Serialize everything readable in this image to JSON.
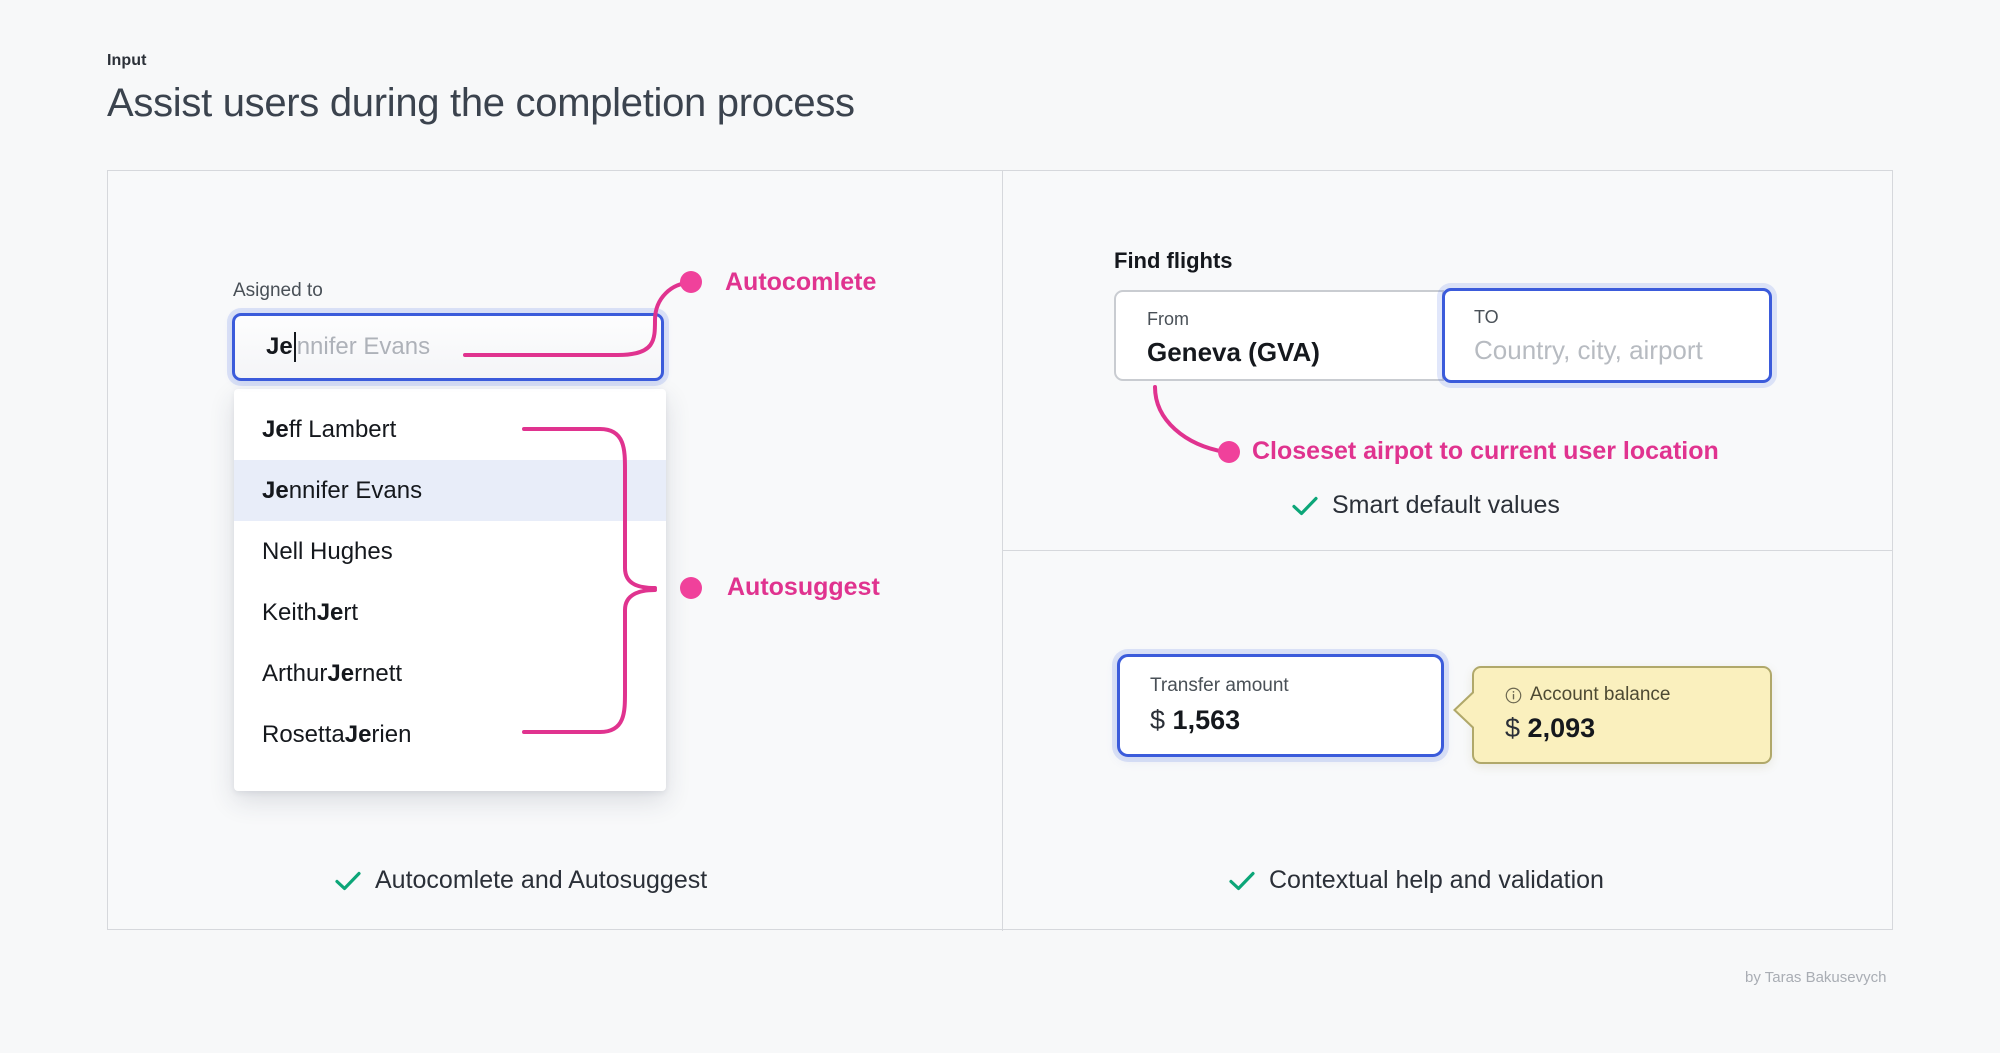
{
  "header": {
    "eyebrow": "Input",
    "title": "Assist users during the completion process"
  },
  "left_panel": {
    "field_label": "Asigned to",
    "input": {
      "typed_text": "Je",
      "ghost_text": "nnifer Evans"
    },
    "suggestions": [
      {
        "bold": "Je",
        "rest": "ff Lambert",
        "prefix": "",
        "selected": false
      },
      {
        "bold": "Je",
        "rest": "nnifer Evans",
        "prefix": "",
        "selected": true
      },
      {
        "bold": "",
        "rest": "Nell Hughes",
        "prefix": "",
        "selected": false
      },
      {
        "bold": "Je",
        "rest": "rt",
        "prefix": "Keith ",
        "selected": false
      },
      {
        "bold": "Je",
        "rest": "rnett",
        "prefix": "Arthur ",
        "selected": false
      },
      {
        "bold": "Je",
        "rest": "rien",
        "prefix": "Rosetta ",
        "selected": false
      }
    ],
    "annotations": {
      "autocomplete": "Autocomlete",
      "autosuggest": "Autosuggest"
    },
    "caption": "Autocomlete and Autosuggest"
  },
  "right_top_panel": {
    "section_title": "Find flights",
    "from_field": {
      "label": "From",
      "value": "Geneva (GVA)"
    },
    "to_field": {
      "label": "TO",
      "placeholder": "Country, city, airport"
    },
    "annotation": "Closeset airpot to current user location",
    "caption": "Smart default values"
  },
  "right_bottom_panel": {
    "transfer_field": {
      "label": "Transfer amount",
      "currency": "$",
      "value": "1,563"
    },
    "tooltip": {
      "label": "Account balance",
      "currency": "$",
      "value": "2,093",
      "icon": "info-icon"
    },
    "caption": "Contextual help and validation"
  },
  "footer": {
    "credit": "by Taras Bakusevych"
  },
  "colors": {
    "accent_pink": "#e0338f",
    "focus_blue": "#3b5bdb",
    "check_teal": "#0ca678",
    "tooltip_bg": "#faf0be",
    "tooltip_border": "#b0a86a"
  }
}
